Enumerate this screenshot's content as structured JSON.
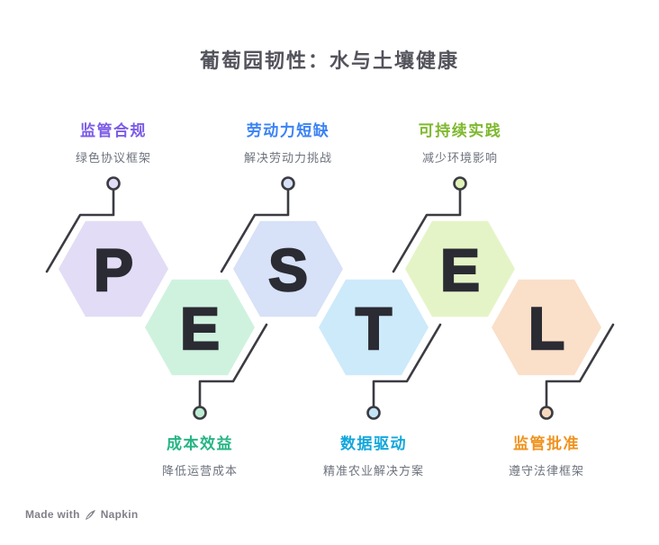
{
  "title": "葡萄园韧性：水与土壤健康",
  "palette": {
    "title_color": "#53535c",
    "outline_color": "#3b3b42",
    "letter_color": "#2b2b33",
    "hex_border": "#ffffff",
    "subtitle_color": "#6e737e"
  },
  "diagram": {
    "acronym": "PESTEL",
    "hexagons": [
      {
        "letter": "P",
        "fill": "#e2dcf6",
        "dot": "#e2dcf6",
        "position": "top",
        "label": "监管合规",
        "sublabel": "绿色协议框架",
        "label_color": "#7c5ce8"
      },
      {
        "letter": "E",
        "fill": "#cff2df",
        "dot": "#bdecd2",
        "position": "bottom",
        "label": "成本效益",
        "sublabel": "降低运营成本",
        "label_color": "#27b586"
      },
      {
        "letter": "S",
        "fill": "#d7e1f7",
        "dot": "#d7e1f7",
        "position": "top",
        "label": "劳动力短缺",
        "sublabel": "解决劳动力挑战",
        "label_color": "#3b82f6"
      },
      {
        "letter": "T",
        "fill": "#cdeafa",
        "dot": "#c3e4f8",
        "position": "bottom",
        "label": "数据驱动",
        "sublabel": "精准农业解决方案",
        "label_color": "#12a7dc"
      },
      {
        "letter": "E",
        "fill": "#e5f4c6",
        "dot": "#e0f2b8",
        "position": "top",
        "label": "可持续实践",
        "sublabel": "减少环境影响",
        "label_color": "#7fb82e"
      },
      {
        "letter": "L",
        "fill": "#fadfc9",
        "dot": "#f7d9be",
        "position": "bottom",
        "label": "监管批准",
        "sublabel": "遵守法律框架",
        "label_color": "#ef931f"
      }
    ]
  },
  "footer": {
    "made_with": "Made with",
    "brand": "Napkin",
    "icon": "pen-nib"
  }
}
